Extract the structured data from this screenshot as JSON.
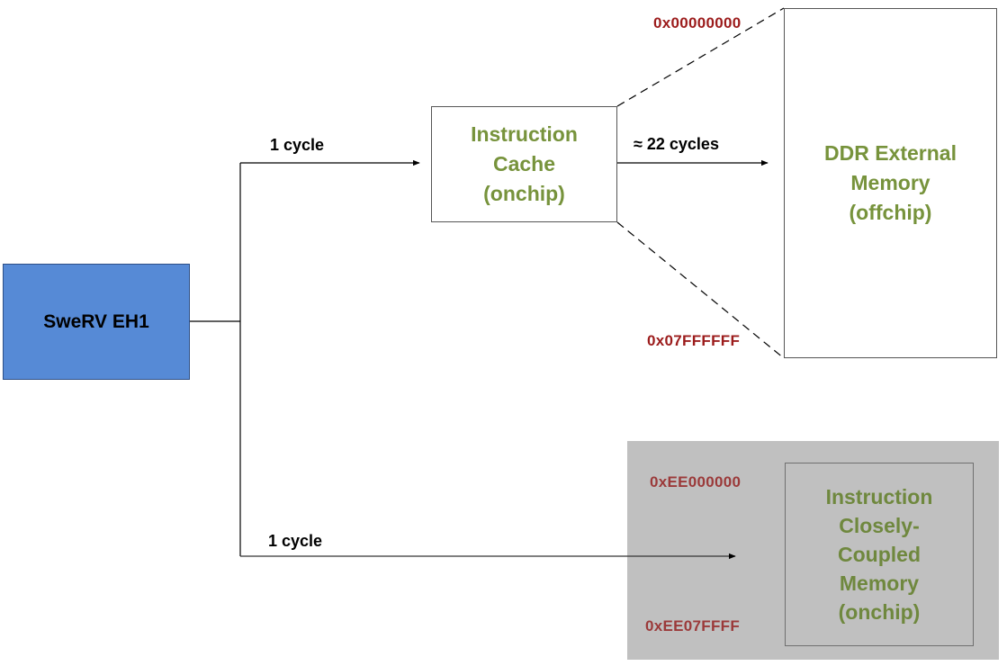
{
  "nodes": {
    "cpu": "SweRV EH1",
    "icache": "Instruction\nCache\n(onchip)",
    "ddr": "DDR External\nMemory\n(offchip)",
    "iccm": "Instruction\nClosely-\nCoupled\nMemory\n(onchip)"
  },
  "edges": {
    "cpu_to_icache": "1 cycle",
    "icache_to_ddr": "≈ 22 cycles",
    "cpu_to_iccm": "1 cycle"
  },
  "addresses": {
    "ddr_start": "0x00000000",
    "ddr_end": "0x07FFFFFF",
    "iccm_start": "0xEE000000",
    "iccm_end": "0xEE07FFFF"
  },
  "colors": {
    "cpu_fill": "#568ad6",
    "label_green": "#77933c",
    "address_red": "#9c1c1c",
    "iccm_region": "#c0c0c0"
  }
}
